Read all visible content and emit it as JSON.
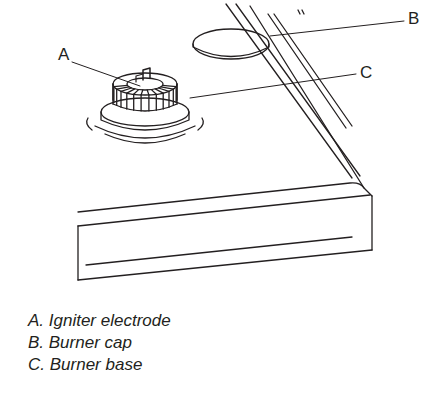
{
  "diagram": {
    "labels": [
      "A",
      "B",
      "C",
      "A. Igniter electrode",
      "B. Burner cap",
      "C. Burner base"
    ]
  }
}
